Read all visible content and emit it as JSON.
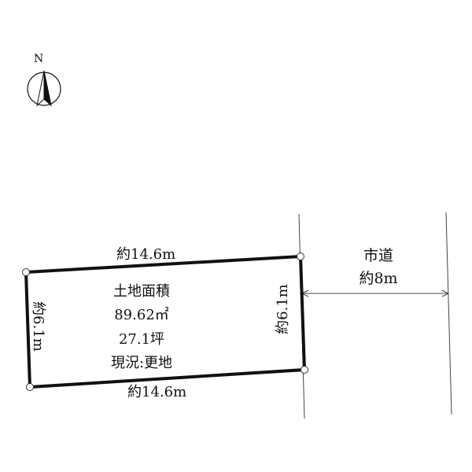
{
  "north": {
    "letter": "N"
  },
  "lot": {
    "top_length": "約14.6m",
    "bottom_length": "約14.6m",
    "left_depth": "約6.1m",
    "right_depth": "約6.1m",
    "area_title": "土地面積",
    "area_sqm": "89.62㎡",
    "area_tsubo": "27.1坪",
    "status": "現況:更地"
  },
  "road": {
    "name": "市道",
    "width": "約8m"
  }
}
